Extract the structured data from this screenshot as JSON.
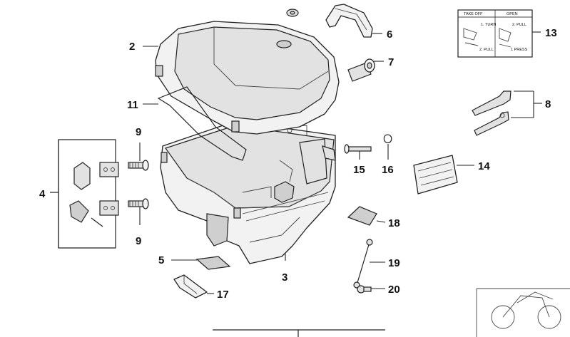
{
  "callouts": {
    "c2": "2",
    "c3": "3",
    "c4": "4",
    "c5": "5",
    "c6": "6",
    "c7": "7",
    "c8": "8",
    "c9a": "9",
    "c9b": "9",
    "c11": "11",
    "c13": "13",
    "c14": "14",
    "c15": "15",
    "c16": "16",
    "c17": "17",
    "c18": "18",
    "c19": "19",
    "c20": "20"
  },
  "instruction_label": {
    "take_off": "TAKE OFF",
    "open": "OPEN",
    "step_turn": "1. TURN",
    "step_pull_left": "2. PULL",
    "step_pull_right": "2. PULL",
    "step_press": "1 PRESS"
  }
}
